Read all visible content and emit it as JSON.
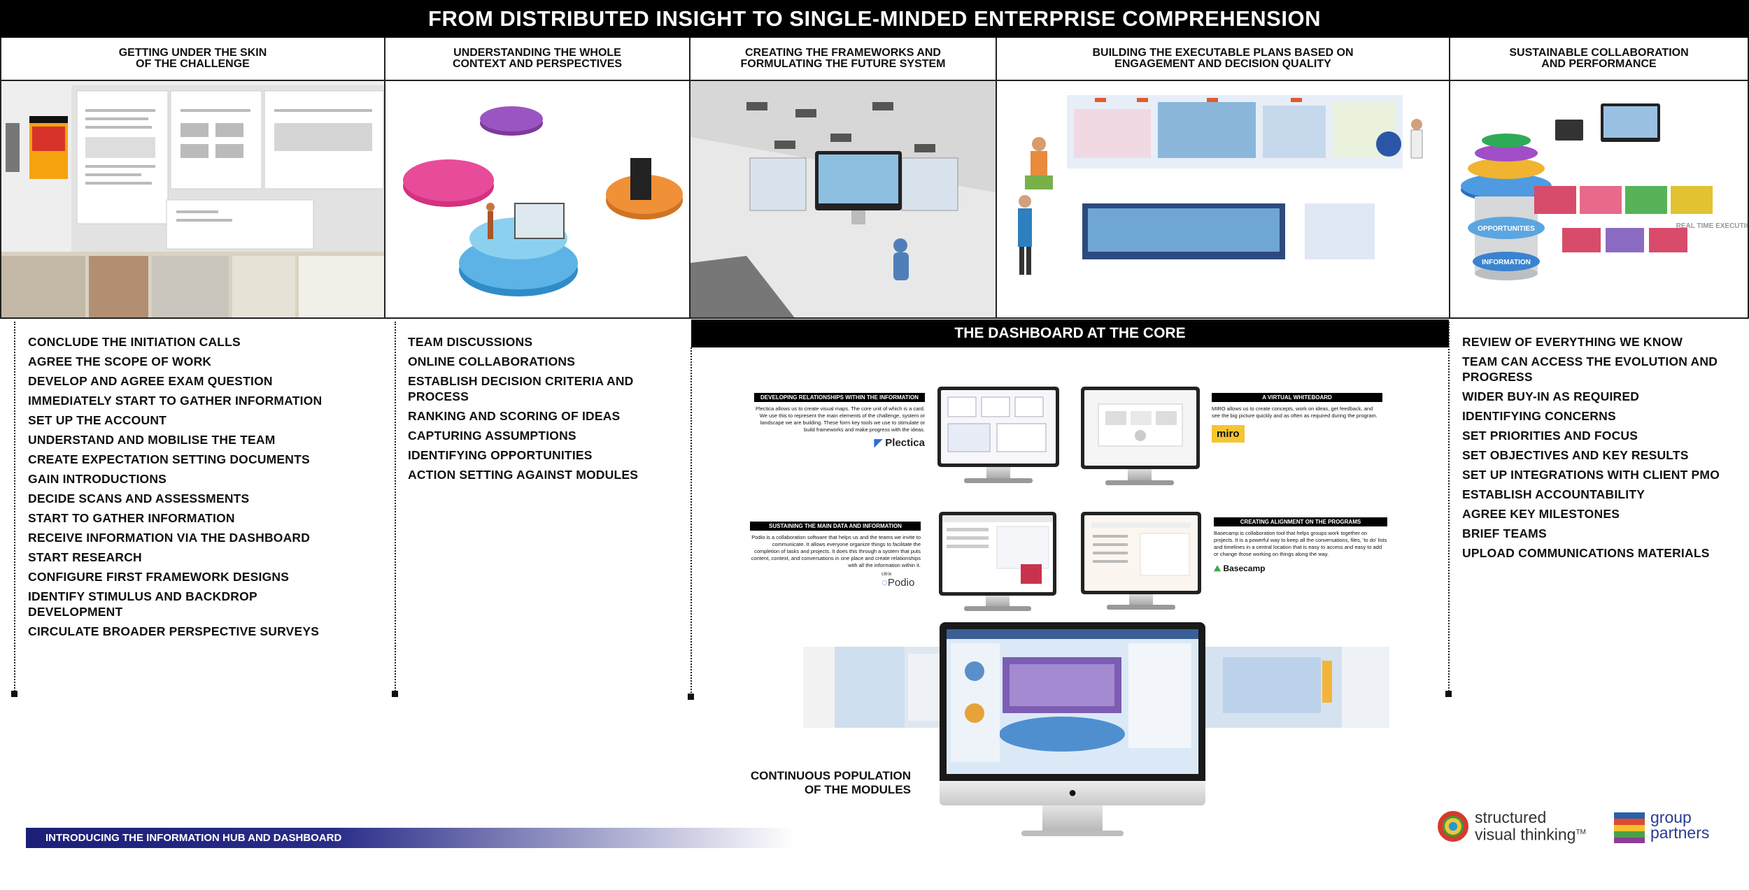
{
  "title": "FROM DISTRIBUTED INSIGHT TO SINGLE-MINDED ENTERPRISE COMPREHENSION",
  "columns": [
    {
      "heading": "GETTING UNDER THE SKIN\nOF THE CHALLENGE"
    },
    {
      "heading": "UNDERSTANDING THE WHOLE\nCONTEXT AND PERSPECTIVES"
    },
    {
      "heading": "CREATING THE FRAMEWORKS AND\nFORMULATING THE FUTURE SYSTEM"
    },
    {
      "heading": "BUILDING THE EXECUTABLE PLANS BASED ON\nENGAGEMENT AND DECISION QUALITY"
    },
    {
      "heading": "SUSTAINABLE COLLABORATION\nAND PERFORMANCE"
    }
  ],
  "list1": [
    "CONCLUDE THE INITIATION CALLS",
    "AGREE THE SCOPE OF WORK",
    "DEVELOP AND AGREE EXAM QUESTION",
    "IMMEDIATELY START TO GATHER INFORMATION",
    "SET UP THE ACCOUNT",
    "UNDERSTAND AND MOBILISE THE TEAM",
    "CREATE EXPECTATION SETTING DOCUMENTS",
    "GAIN INTRODUCTIONS",
    "DECIDE SCANS AND ASSESSMENTS",
    "START TO GATHER INFORMATION",
    "RECEIVE INFORMATION VIA THE DASHBOARD",
    "START RESEARCH",
    "CONFIGURE FIRST FRAMEWORK DESIGNS",
    "IDENTIFY STIMULUS AND BACKDROP DEVELOPMENT",
    "CIRCULATE BROADER PERSPECTIVE SURVEYS"
  ],
  "list2": [
    "TEAM DISCUSSIONS",
    "ONLINE COLLABORATIONS",
    "ESTABLISH DECISION CRITERIA AND PROCESS",
    "RANKING AND SCORING OF IDEAS",
    "CAPTURING ASSUMPTIONS",
    "IDENTIFYING OPPORTUNITIES",
    "ACTION SETTING AGAINST MODULES"
  ],
  "list3": [
    "REVIEW OF EVERYTHING WE KNOW",
    "TEAM CAN ACCESS THE EVOLUTION AND PROGRESS",
    "WIDER BUY-IN AS REQUIRED",
    "IDENTIFYING CONCERNS",
    "SET PRIORITIES AND FOCUS",
    "SET OBJECTIVES AND KEY RESULTS",
    "SET UP INTEGRATIONS WITH CLIENT PMO",
    "ESTABLISH ACCOUNTABILITY",
    "AGREE KEY MILESTONES",
    "BRIEF TEAMS",
    "UPLOAD COMMUNICATIONS MATERIALS"
  ],
  "dashboard": {
    "title": "THE DASHBOARD AT THE CORE",
    "tools": [
      {
        "title": "DEVELOPING RELATIONSHIPS WITHIN THE INFORMATION",
        "desc": "Plectica allows us to create visual maps. The core unit of which is a card. We use this to represent the main elements of the challenge, system or landscape we are building. These form key tools we use to stimulate or build frameworks and make progress with the ideas.",
        "brand": "Plectica"
      },
      {
        "title": "A VIRTUAL WHITEBOARD",
        "desc": "MIRO allows us to create concepts, work on ideas, get feedback, and see the big picture quickly and as often as required during the program.",
        "brand": "miro"
      },
      {
        "title": "SUSTAINING THE MAIN DATA AND INFORMATION",
        "desc": "Podio is a collaboration software that helps us and the teams we invite to communicate. It allows everyone organize things to facilitate the completion of tasks and projects. It does this through a system that puts content, context, and conversations in one place and create relationships with all the information within it.",
        "brand": "Podio",
        "brand_prefix": "citrix"
      },
      {
        "title": "CREATING ALIGNMENT ON THE PROGRAMS",
        "desc": "Basecamp is collaboration tool that helps groups work together on projects. It is a powerful way to keep all the conversations, files, 'to do' lists and timelines in a central location that is easy to access and easy to add or change those working on things along the way.",
        "brand": "Basecamp"
      }
    ],
    "continuous": "CONTINUOUS POPULATION\nOF THE  MODULES"
  },
  "footer_bar": "INTRODUCING THE INFORMATION HUB AND DASHBOARD",
  "logos": {
    "svt_line1": "structured",
    "svt_line2": "visual thinking",
    "svt_tm": "TM",
    "gp_line1": "group",
    "gp_line2": "partners"
  },
  "photo_texts": {
    "real_time": "REAL TIME EXECUTION",
    "information": "INFORMATION",
    "opportunities": "OPPORTUNITIES"
  }
}
